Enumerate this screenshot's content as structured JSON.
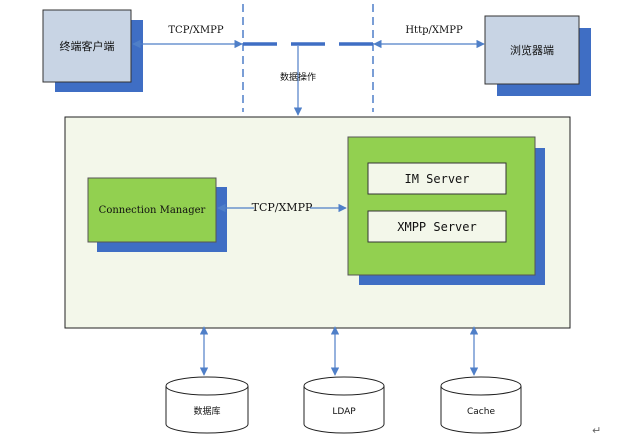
{
  "terminal_client": {
    "label": "终端客户端"
  },
  "browser_client": {
    "label": "浏览器端"
  },
  "protocols": {
    "left": "TCP/XMPP",
    "right": "Http/XMPP",
    "center": "TCP/XMPP"
  },
  "data_operation": {
    "label": "数据操作"
  },
  "connection_manager": {
    "label": "Connection Manager"
  },
  "im_server": {
    "label": "IM Server"
  },
  "xmpp_server": {
    "label": "XMPP Server"
  },
  "storage": [
    {
      "label": "数据库"
    },
    {
      "label": "LDAP"
    },
    {
      "label": "Cache"
    }
  ],
  "paragraph_mark": "↵",
  "colors": {
    "client_fill": "#c8d4e4",
    "shadow": "#3f6ec4",
    "green": "#92d050",
    "panel": "#f3f7ea",
    "arrow": "#4f7fc8"
  }
}
